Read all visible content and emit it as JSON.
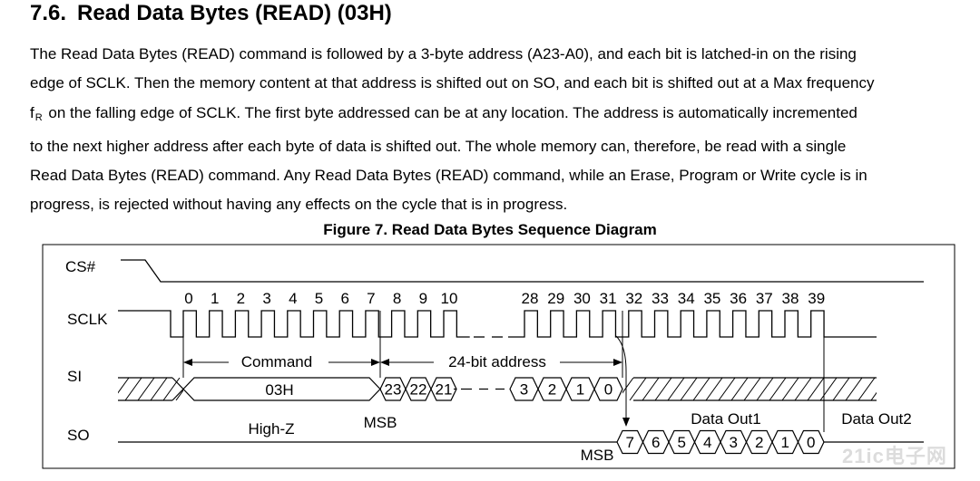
{
  "section": {
    "number": "7.6.",
    "title": "Read Data Bytes (READ) (03H)"
  },
  "paragraph": {
    "line1": "The Read Data Bytes (READ) command is followed by a 3-byte address (A23-A0), and each bit is latched-in on the rising",
    "line2": "edge of SCLK. Then the memory content at that address is shifted out on SO, and each bit is shifted out at a Max frequency",
    "line3_f": "f",
    "line3_sub": "R",
    "line3_rest": "on the falling edge of SCLK. The first byte addressed can be at any location. The address is automatically incremented",
    "line4": "to the next higher address after each byte of data is shifted out. The whole memory can, therefore, be read with a single",
    "line5": "Read Data Bytes (READ) command. Any Read Data Bytes (READ) command, while an Erase, Program or Write cycle is in",
    "line6": "progress, is rejected without having any effects on the cycle that is in progress."
  },
  "figure": {
    "caption": "Figure 7. Read Data Bytes Sequence Diagram",
    "signals": {
      "cs": "CS#",
      "sclk": "SCLK",
      "si": "SI",
      "so": "SO"
    },
    "clock_numbers_left": [
      "0",
      "1",
      "2",
      "3",
      "4",
      "5",
      "6",
      "7",
      "8",
      "9",
      "10"
    ],
    "clock_numbers_right": [
      "28",
      "29",
      "30",
      "31",
      "32",
      "33",
      "34",
      "35",
      "36",
      "37",
      "38",
      "39"
    ],
    "labels": {
      "command": "Command",
      "address": "24-bit address",
      "opcode": "03H",
      "msb_si": "MSB",
      "msb_so": "MSB",
      "high_z": "High-Z",
      "data_out1": "Data Out1",
      "data_out2": "Data Out2"
    },
    "si_address_bits_high": [
      "23",
      "22",
      "21"
    ],
    "si_address_bits_low": [
      "3",
      "2",
      "1",
      "0"
    ],
    "so_data_bits": [
      "7",
      "6",
      "5",
      "4",
      "3",
      "2",
      "1",
      "0"
    ]
  },
  "watermark": "21ic电子网"
}
